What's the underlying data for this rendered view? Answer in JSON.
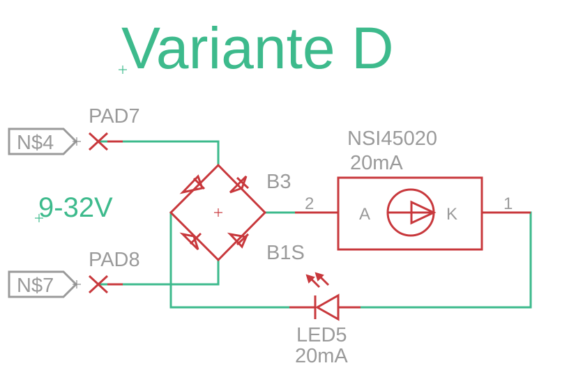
{
  "title": "Variante D",
  "voltage": "9-32V",
  "pads": [
    {
      "name": "PAD7",
      "net": "N$4"
    },
    {
      "name": "PAD8",
      "net": "N$7"
    }
  ],
  "bridge": {
    "name1": "B3",
    "name2": "B1S"
  },
  "regulator": {
    "name": "NSI45020",
    "value": "20mA",
    "pin_a": "A",
    "pin_k": "K",
    "pin1": "1",
    "pin2": "2"
  },
  "led": {
    "name": "LED5",
    "value": "20mA"
  },
  "colors": {
    "wire": "#3dba8c",
    "symbol": "#c8383c",
    "label": "#9a9a9a"
  }
}
